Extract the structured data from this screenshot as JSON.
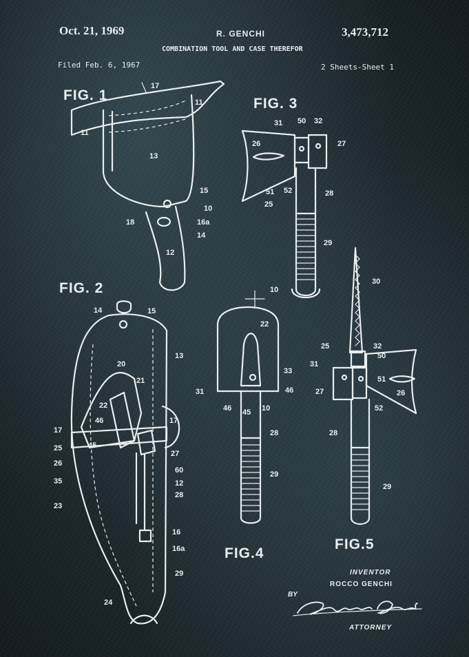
{
  "header": {
    "date": "Oct. 21, 1969",
    "inventor_name": "R. GENCHI",
    "patent_number": "3,473,712",
    "title": "COMBINATION TOOL AND CASE THEREFOR",
    "filed": "Filed Feb. 6, 1967",
    "sheets": "2 Sheets-Sheet 1"
  },
  "figures": {
    "fig1": "FIG. 1",
    "fig2": "FIG. 2",
    "fig3": "FIG. 3",
    "fig4": "FIG.4",
    "fig5": "FIG.5"
  },
  "refs": {
    "fig1": [
      "17",
      "11",
      "11",
      "13",
      "15",
      "10",
      "18",
      "16a",
      "14",
      "12"
    ],
    "fig2": [
      "14",
      "15",
      "13",
      "20",
      "21",
      "22",
      "46",
      "17",
      "17",
      "25",
      "45",
      "27",
      "26",
      "60",
      "35",
      "12",
      "23",
      "28",
      "16",
      "16a",
      "29",
      "24"
    ],
    "fig3": [
      "31",
      "50",
      "32",
      "26",
      "27",
      "51",
      "52",
      "25",
      "28",
      "29"
    ],
    "fig4": [
      "10",
      "22",
      "33",
      "31",
      "46",
      "46",
      "45",
      "10",
      "28",
      "29"
    ],
    "fig5": [
      "30",
      "25",
      "32",
      "50",
      "31",
      "51",
      "27",
      "26",
      "52",
      "28",
      "29"
    ]
  },
  "footer": {
    "inventor_label": "INVENTOR",
    "inventor_full": "ROCCO GENCHI",
    "by": "BY",
    "signature": "Bernard L. Brown",
    "attorney": "ATTORNEY"
  },
  "colors": {
    "background": "#1f2d33",
    "ink": "#eef3f4"
  }
}
